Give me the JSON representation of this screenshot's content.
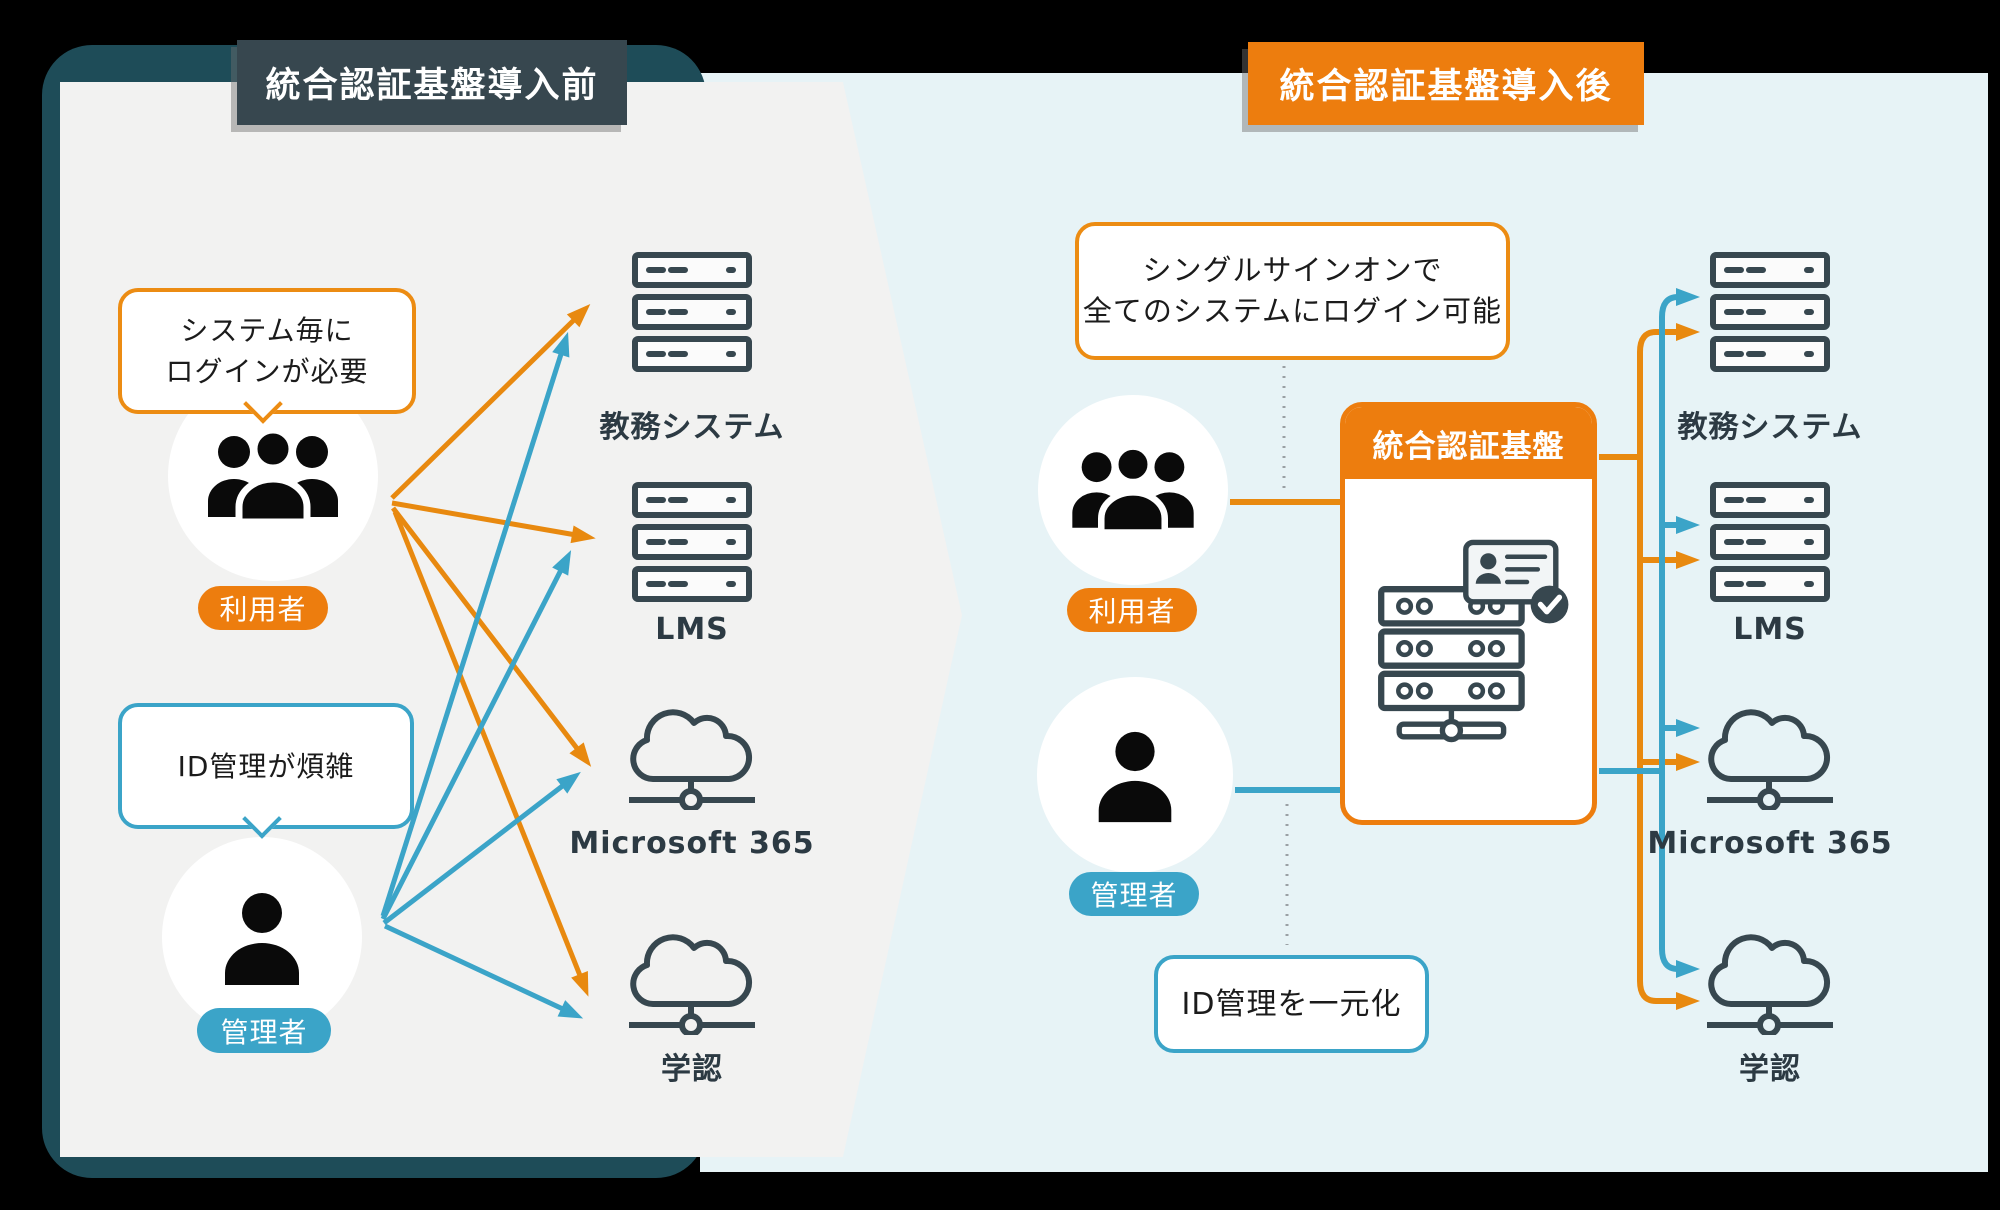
{
  "before": {
    "title": "統合認証基盤導入前",
    "users_bubble": {
      "line1": "システム毎に",
      "line2": "ログインが必要"
    },
    "users_label": "利用者",
    "admin_bubble": "ID管理が煩雑",
    "admin_label": "管理者",
    "systems": [
      "教務システム",
      "LMS",
      "Microsoft 365",
      "学認"
    ]
  },
  "after": {
    "title": "統合認証基盤導入後",
    "sso_bubble": {
      "line1": "シングルサインオンで",
      "line2": "全てのシステムにログイン可能"
    },
    "users_label": "利用者",
    "admin_label": "管理者",
    "platform_label": "統合認証基盤",
    "id_bubble": "ID管理を一元化",
    "systems": [
      "教務システム",
      "LMS",
      "Microsoft 365",
      "学認"
    ]
  },
  "colors": {
    "orange": "#ED7D0E",
    "blue": "#3BA4C8",
    "dark_slate": "#37474F",
    "teal_frame": "#1E4C58",
    "before_bg": "#F2F2F1",
    "after_bg": "#E7F3F6"
  }
}
